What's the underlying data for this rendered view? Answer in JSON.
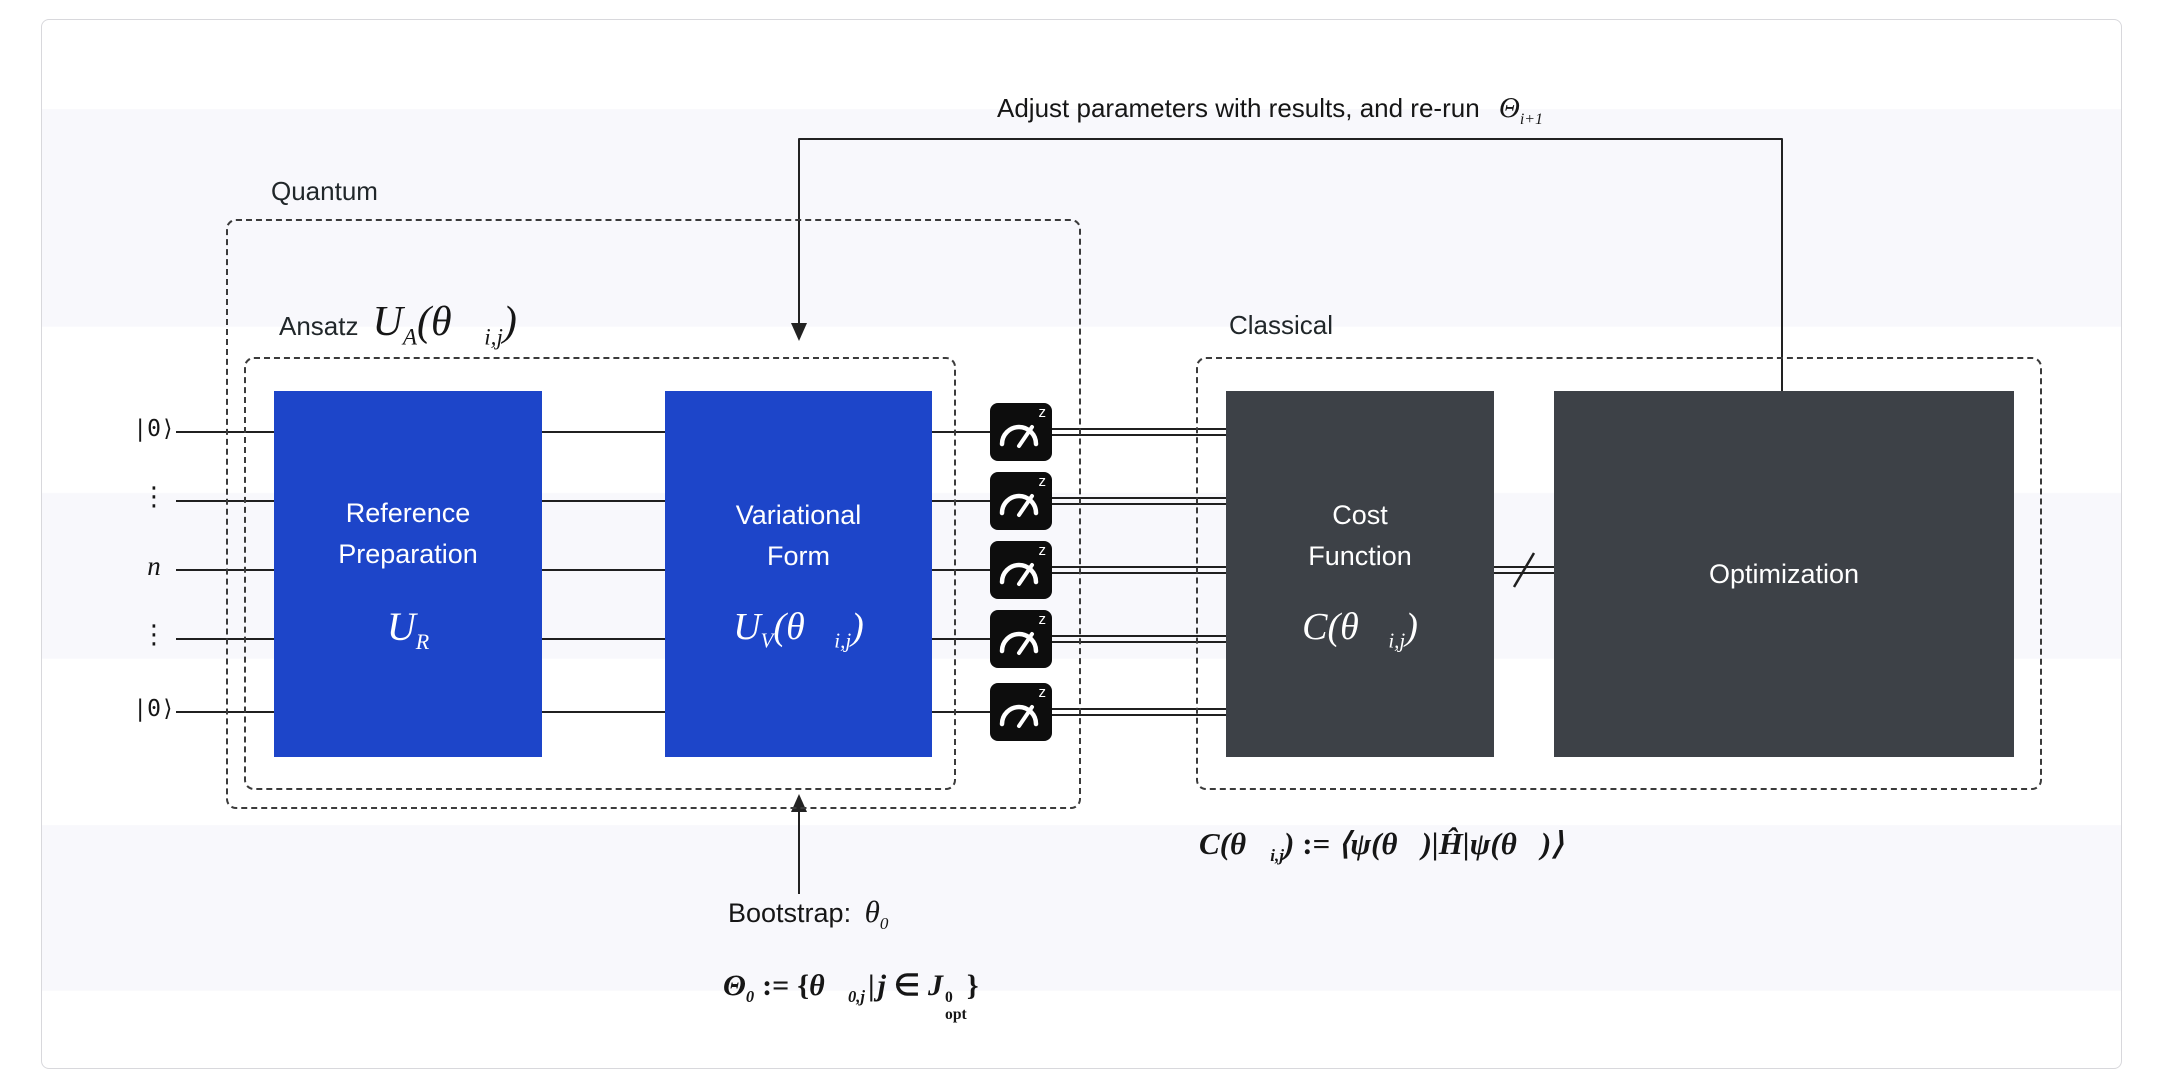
{
  "feedback": {
    "label": "Adjust parameters with results, and re-run",
    "theta_cap": "Θ",
    "theta_sub": "i+1"
  },
  "quantum": {
    "region_label": "Quantum",
    "ansatz": {
      "label": "Ansatz",
      "u": "U",
      "u_sub": "A",
      "arg_open": "(",
      "theta": "θ⃗",
      "theta_sub": "i,j",
      "arg_close": ")"
    },
    "qubit_labels": [
      "|0⟩",
      "⋮",
      "n",
      "⋮",
      "|0⟩"
    ],
    "reference_box": {
      "line1": "Reference",
      "line2": "Preparation",
      "u": "U",
      "u_sub": "R"
    },
    "variational_box": {
      "line1": "Variational",
      "line2": "Form",
      "u": "U",
      "u_sub": "V",
      "arg_open": "(",
      "theta": "θ⃗",
      "theta_sub": "i,j",
      "arg_close": ")"
    },
    "measure_z": "z"
  },
  "classical": {
    "region_label": "Classical",
    "cost_box": {
      "line1": "Cost",
      "line2": "Function",
      "c": "C",
      "arg_open": "(",
      "theta": "θ⃗",
      "theta_sub": "i,j",
      "arg_close": ")"
    },
    "optimization_box": {
      "label": "Optimization"
    },
    "cost_formula": {
      "c": "C",
      "arg_open": "(",
      "theta": "θ⃗",
      "theta_sub": "i,j",
      "arg_close": ")",
      "assign": ":=",
      "rhs": "⟨ψ(θ⃗)|Ĥ|ψ(θ⃗)⟩"
    }
  },
  "bootstrap": {
    "label": "Bootstrap:",
    "theta": "θ",
    "theta_sub": "0",
    "formula": {
      "lhs": "Θ",
      "lhs_sub": "0",
      "assign": ":=",
      "open": "{",
      "theta": "θ⃗",
      "theta_sub": "0,j",
      "bar": "|",
      "j": "j",
      "in": "∈",
      "J": "J",
      "J_sup": "0",
      "J_sub": "opt",
      "close": "}"
    }
  },
  "colors": {
    "quantum_box_fill": "#1d45c9",
    "classical_box_fill": "#3d4147",
    "stripe": "#f8f8fc",
    "wire": "#202020"
  }
}
